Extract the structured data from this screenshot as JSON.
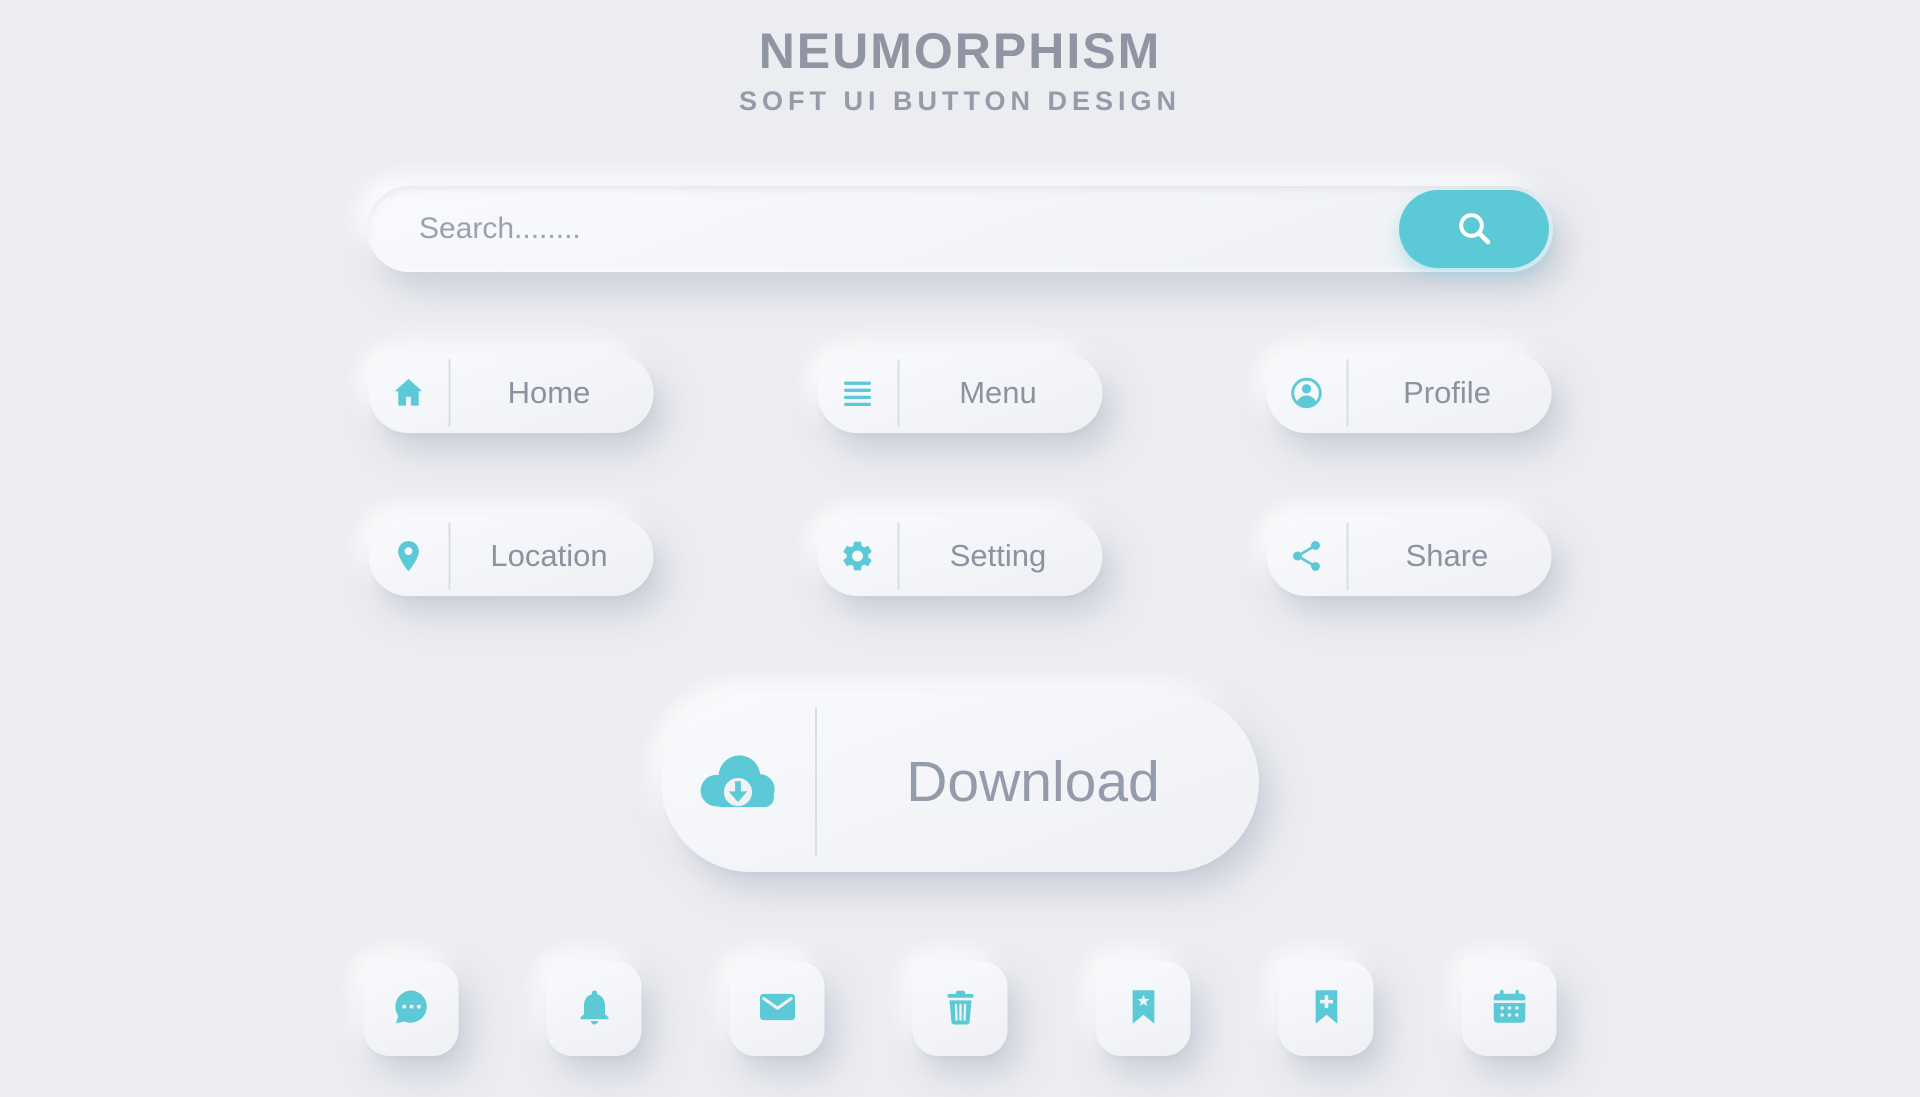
{
  "colors": {
    "accent": "#5BC9D6",
    "background": "#ECEDF1",
    "text_muted": "#9298A6"
  },
  "header": {
    "title": "NEUMORPHISM",
    "subtitle": "SOFT UI BUTTON DESIGN"
  },
  "search": {
    "placeholder": "Search........",
    "button_icon": "search-icon"
  },
  "nav_buttons": [
    {
      "label": "Home",
      "icon": "home-icon"
    },
    {
      "label": "Menu",
      "icon": "menu-icon"
    },
    {
      "label": "Profile",
      "icon": "profile-icon"
    },
    {
      "label": "Location",
      "icon": "location-pin-icon"
    },
    {
      "label": "Setting",
      "icon": "gear-icon"
    },
    {
      "label": "Share",
      "icon": "share-icon"
    }
  ],
  "download_button": {
    "label": "Download",
    "icon": "cloud-download-icon"
  },
  "icon_buttons": [
    {
      "name": "chat",
      "icon": "chat-icon"
    },
    {
      "name": "notification",
      "icon": "bell-icon"
    },
    {
      "name": "mail",
      "icon": "mail-icon"
    },
    {
      "name": "trash",
      "icon": "trash-icon"
    },
    {
      "name": "bookmark-star",
      "icon": "bookmark-star-icon"
    },
    {
      "name": "bookmark-add",
      "icon": "bookmark-add-icon"
    },
    {
      "name": "calendar",
      "icon": "calendar-icon"
    }
  ]
}
